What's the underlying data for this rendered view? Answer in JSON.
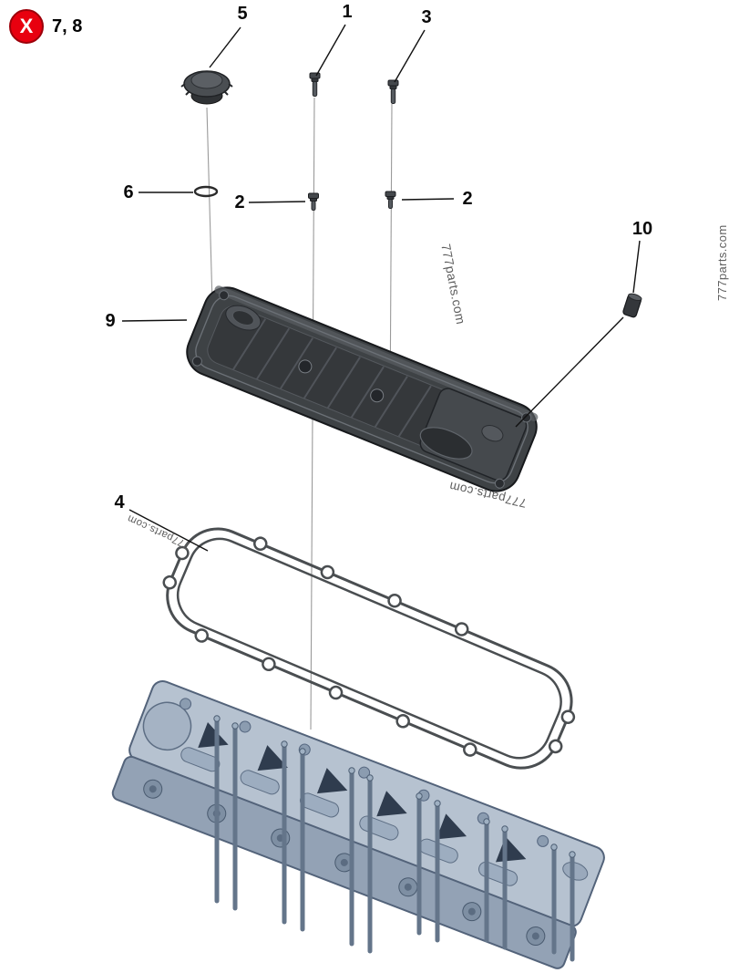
{
  "diagram": {
    "badge": {
      "symbol": "X",
      "label": "7, 8",
      "color": "#e8000f"
    },
    "watermark_text": "777parts.com",
    "callouts": [
      {
        "id": "5",
        "label": "5"
      },
      {
        "id": "1",
        "label": "1"
      },
      {
        "id": "3",
        "label": "3"
      },
      {
        "id": "6",
        "label": "6"
      },
      {
        "id": "2a",
        "label": "2"
      },
      {
        "id": "2b",
        "label": "2"
      },
      {
        "id": "10",
        "label": "10"
      },
      {
        "id": "9",
        "label": "9"
      },
      {
        "id": "4",
        "label": "4"
      }
    ],
    "colors": {
      "badge_red": "#e8000f",
      "cover_dark": "#3e4245",
      "head_blue_gray": "#b6c2d0",
      "watermark_gray": "#5f5f5f"
    }
  }
}
